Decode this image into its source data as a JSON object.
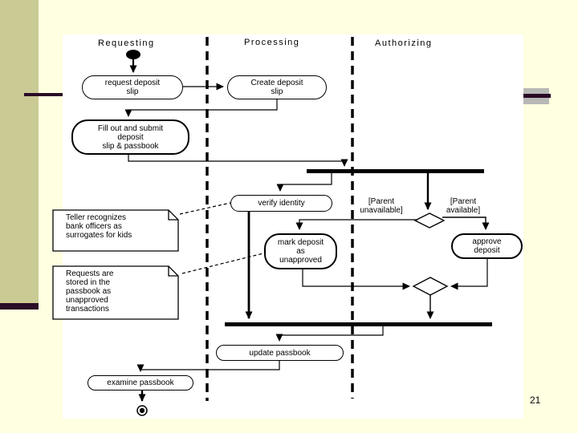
{
  "slide": {
    "page_number": "21",
    "colors": {
      "background": "#FFFFE1",
      "left_strip": "#CACA94",
      "accent_bar": "#2A0A26",
      "right_deco_gray": "#B8B8B6",
      "diagram_background": "#FFFFFF",
      "diagram_line": "#000000"
    }
  },
  "diagram": {
    "type": "uml-activity-diagram-with-swimlanes",
    "lanes": [
      {
        "label": "Requesting"
      },
      {
        "label": "Processing"
      },
      {
        "label": "Authorizing"
      }
    ],
    "activities": {
      "request": "request deposit\nslip",
      "create": "Create deposit\nslip",
      "fill": "Fill out and submit\ndeposit\nslip & passbook",
      "verify": "verify identity",
      "mark": "mark deposit\nas\nunapproved",
      "approve": "approve\ndeposit",
      "update": "update passbook",
      "examine": "examine passbook"
    },
    "guards": {
      "parent_unavailable": "[Parent\nunavailable]",
      "parent_available": "[Parent\navailable]"
    },
    "notes": [
      {
        "text": "Teller recognizes\nbank officers as\nsurrogates for kids"
      },
      {
        "text": "Requests are\nstored in the\npassbook as\nunapproved\ntransactions"
      }
    ]
  }
}
